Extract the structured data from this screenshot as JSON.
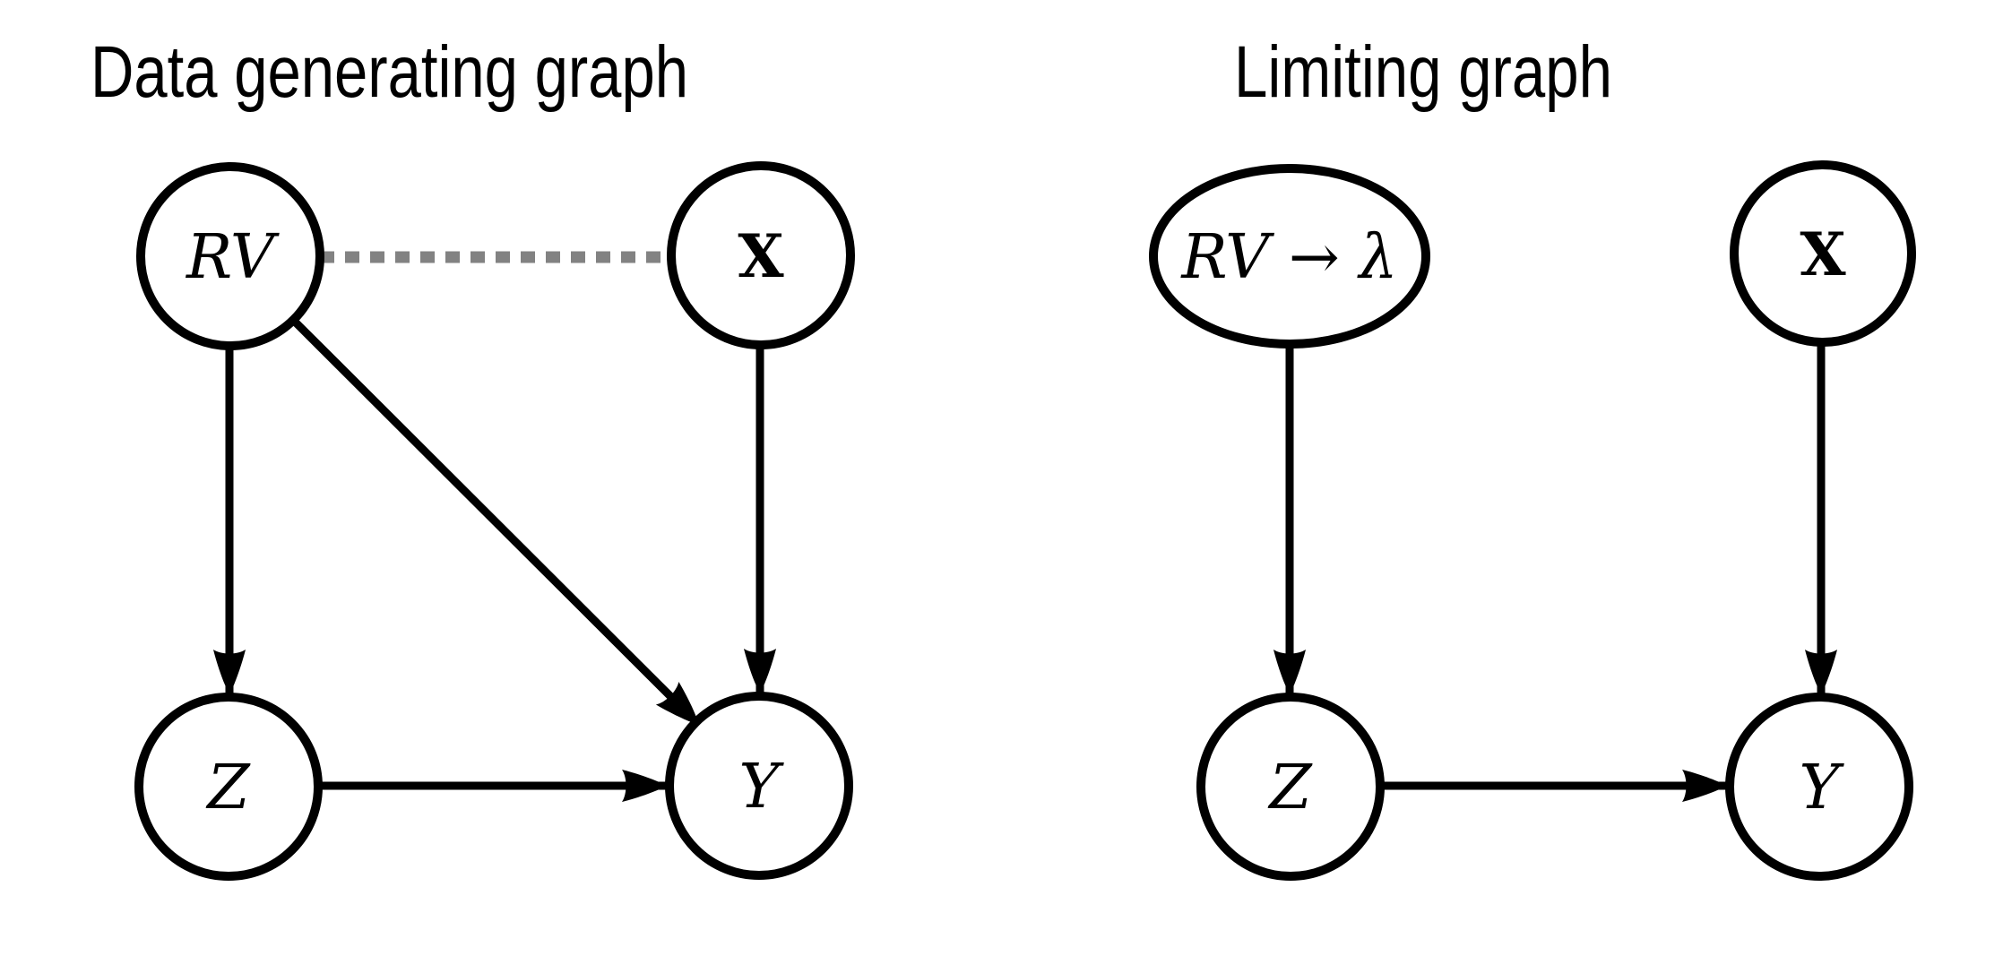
{
  "figure": {
    "left_graph": {
      "title": "Data generating graph",
      "nodes": {
        "rv": {
          "label": "RV"
        },
        "x": {
          "label": "X"
        },
        "z": {
          "label": "Z"
        },
        "y": {
          "label": "Y"
        }
      },
      "edges": [
        {
          "from": "RV",
          "to": "X",
          "style": "dashed",
          "directed": false
        },
        {
          "from": "RV",
          "to": "Z",
          "style": "solid",
          "directed": true
        },
        {
          "from": "RV",
          "to": "Y",
          "style": "solid",
          "directed": true
        },
        {
          "from": "X",
          "to": "Y",
          "style": "solid",
          "directed": true
        },
        {
          "from": "Z",
          "to": "Y",
          "style": "solid",
          "directed": true
        }
      ]
    },
    "right_graph": {
      "title": "Limiting graph",
      "nodes": {
        "rv_lambda": {
          "label": "RV → λ"
        },
        "x": {
          "label": "X"
        },
        "z": {
          "label": "Z"
        },
        "y": {
          "label": "Y"
        }
      },
      "edges": [
        {
          "from": "RV → λ",
          "to": "Z",
          "style": "solid",
          "directed": true
        },
        {
          "from": "X",
          "to": "Y",
          "style": "solid",
          "directed": true
        },
        {
          "from": "Z",
          "to": "Y",
          "style": "solid",
          "directed": true
        }
      ]
    },
    "colors": {
      "background": "#ffffff",
      "text": "#000000",
      "node_stroke": "#000000",
      "edge": "#000000",
      "dashed_edge": "#828282"
    }
  }
}
